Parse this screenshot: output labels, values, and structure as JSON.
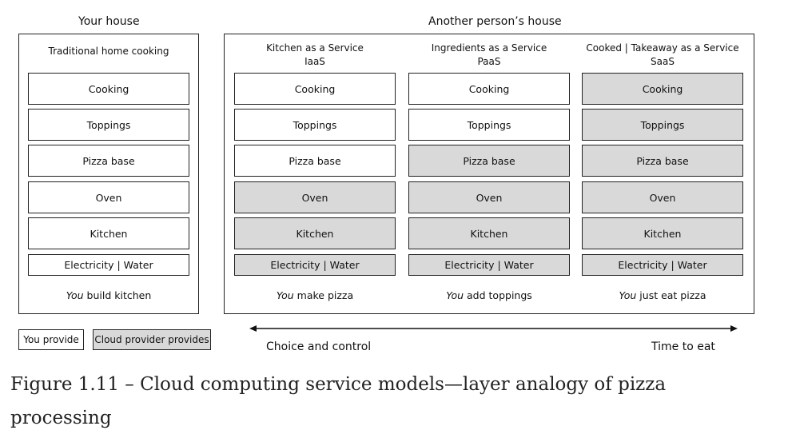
{
  "groups": {
    "own": "Your house",
    "other": "Another person’s house"
  },
  "columns": [
    {
      "head1": "Traditional  home cooking",
      "head2": "",
      "caption_em": "You",
      "caption_rest": " build kitchen",
      "provided": [
        "you",
        "you",
        "you",
        "you",
        "you",
        "you"
      ]
    },
    {
      "head1": "Kitchen as a Service",
      "head2": "IaaS",
      "caption_em": "You",
      "caption_rest": " make pizza",
      "provided": [
        "you",
        "you",
        "you",
        "cloud",
        "cloud",
        "cloud"
      ]
    },
    {
      "head1": "Ingredients as a Service",
      "head2": "PaaS",
      "caption_em": "You",
      "caption_rest": " add toppings",
      "provided": [
        "you",
        "you",
        "cloud",
        "cloud",
        "cloud",
        "cloud"
      ]
    },
    {
      "head1": "Cooked | Takeaway as a Service",
      "head2": "SaaS",
      "caption_em": "You",
      "caption_rest": " just eat pizza",
      "provided": [
        "cloud",
        "cloud",
        "cloud",
        "cloud",
        "cloud",
        "cloud"
      ]
    }
  ],
  "layers": [
    "Cooking",
    "Toppings",
    "Pizza base",
    "Oven",
    "Kitchen",
    "Electricity | Water"
  ],
  "legend": {
    "you": "You provide",
    "cloud": "Cloud provider provides"
  },
  "axis": {
    "left": "Choice and control",
    "right": "Time to eat"
  },
  "colors": {
    "you": "#ffffff",
    "cloud": "#d9d9d9",
    "border": "#222222"
  },
  "figure_caption": "Figure 1.11 – Cloud computing service models—layer analogy of pizza processing"
}
